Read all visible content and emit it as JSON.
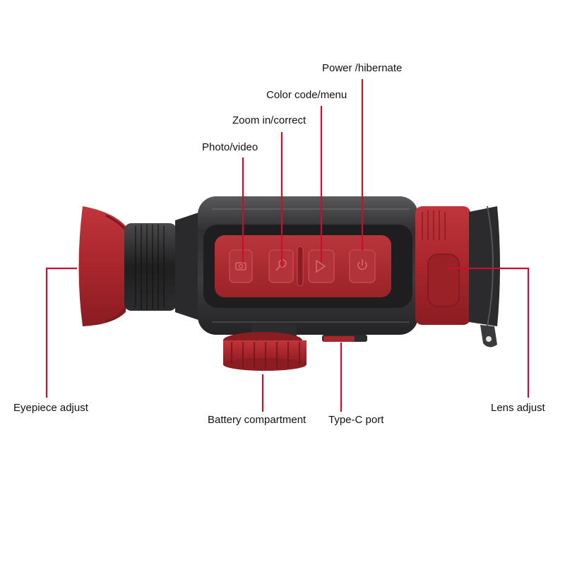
{
  "labels": {
    "power": "Power /hibernate",
    "color_menu": "Color code/menu",
    "zoom": "Zoom in/correct",
    "photo": "Photo/video",
    "eyepiece": "Eyepiece adjust",
    "battery": "Battery compartment",
    "typec": "Type-C port",
    "lens": "Lens adjust"
  },
  "colors": {
    "accent_red": "#a8262c",
    "leader_line": "#c8102e",
    "body_dark": "#3a3a3c",
    "text": "#111111"
  },
  "icons": [
    "camera-icon",
    "zoom-icon",
    "play-icon",
    "power-icon"
  ]
}
